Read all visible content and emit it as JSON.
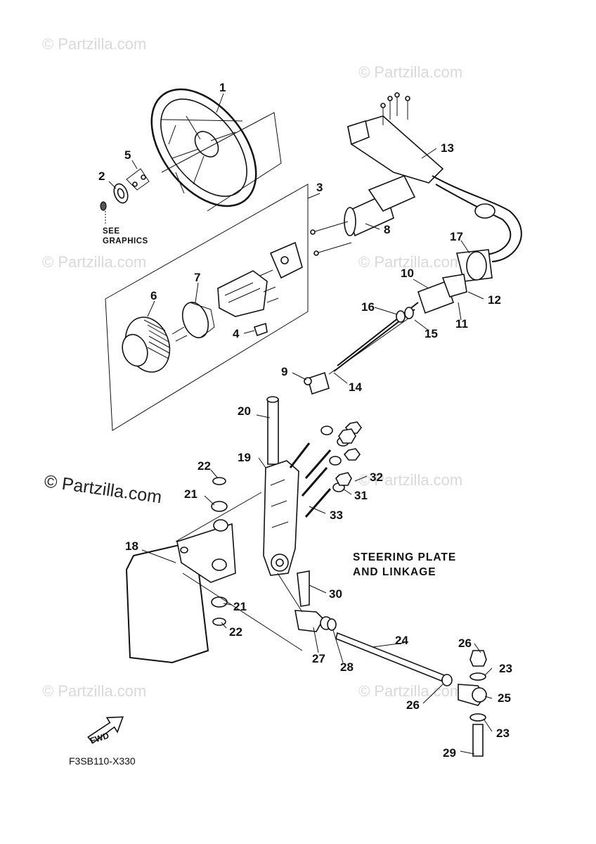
{
  "diagram": {
    "title_lines": [
      "STEERING PLATE",
      "AND LINKAGE"
    ],
    "diagram_code": "F3SB110-X330",
    "note_lines": [
      "SEE",
      "GRAPHICS"
    ],
    "fwd_label": "FWD",
    "watermark_main": "© Partzilla.com",
    "watermark_faint": "© Partzilla.com"
  },
  "callouts": [
    "1",
    "2",
    "3",
    "4",
    "5",
    "6",
    "7",
    "8",
    "9",
    "10",
    "11",
    "12",
    "13",
    "14",
    "15",
    "16",
    "17",
    "18",
    "19",
    "20",
    "21",
    "21",
    "22",
    "22",
    "23",
    "23",
    "24",
    "25",
    "26",
    "26",
    "27",
    "28",
    "29",
    "30",
    "31",
    "32",
    "33"
  ]
}
